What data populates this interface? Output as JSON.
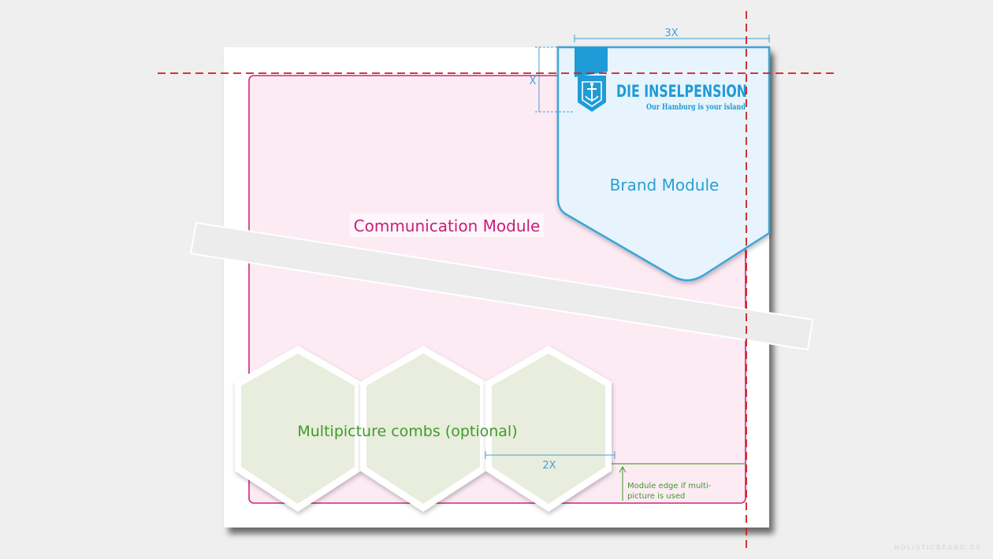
{
  "labels": {
    "measure_top": "3X",
    "measure_left": "X",
    "measure_bottom": "2X",
    "brand_module": "Brand Module",
    "communication_module": "Communication Module",
    "multipicture": "Multipicture combs (optional)",
    "module_edge_line1": "Module edge if multi-",
    "module_edge_line2": "picture is used"
  },
  "logo": {
    "name": "DIE INSELPENSION",
    "tagline": "Our Hamburg is your island"
  },
  "watermark": "HOLISTICBRAND.DE",
  "colors": {
    "background": "#efefef",
    "paper": "#ffffff",
    "communication_fill": "#fdebf4",
    "communication_stroke": "#d2247c",
    "brand_fill": "#e7f4fd",
    "brand_stroke": "#3aa6d6",
    "logo_blue": "#1f9bd7",
    "guide_red": "#cc1f1f",
    "comb_fill": "#e7ecda",
    "comb_text": "#3f9a2a"
  }
}
